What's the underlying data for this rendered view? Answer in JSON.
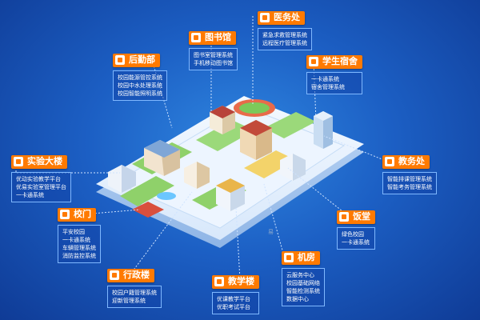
{
  "colors": {
    "tag": "#ff7a00",
    "tag_text": "#ffffff",
    "box_border": "#7fb8ff",
    "line": "#cfe3ff",
    "platform": "#e9f3ff",
    "grass": "#8fd16a",
    "water": "#6cc6ff"
  },
  "icons": {
    "tag_icon": "building-icon"
  },
  "labels": [
    {
      "id": "yiwuchu",
      "title": "医务处",
      "items": [
        "紧急求救管理系统",
        "远程医疗管理系统"
      ]
    },
    {
      "id": "tushuguan",
      "title": "图书馆",
      "items": [
        "图书室管理系统",
        "手机移动图书馆"
      ]
    },
    {
      "id": "houqinbu",
      "title": "后勤部",
      "items": [
        "校园能源管控系统",
        "校园中水处理系统",
        "校园智能照明系统"
      ]
    },
    {
      "id": "xueshengsushe",
      "title": "学生宿舍",
      "items": [
        "一卡通系统",
        "宿舍管理系统"
      ]
    },
    {
      "id": "shiyandalou",
      "title": "实验大楼",
      "items": [
        "优动实验教学平台",
        "优易实验室管理平台",
        "一卡通系统"
      ]
    },
    {
      "id": "jiaowuchu",
      "title": "教务处",
      "items": [
        "智能排课管理系统",
        "智能考务管理系统"
      ]
    },
    {
      "id": "xiaomen",
      "title": "校门",
      "items": [
        "平安校园",
        "一卡通系统",
        "车辆管理系统",
        "消防监控系统"
      ]
    },
    {
      "id": "fantang",
      "title": "饭堂",
      "items": [
        "绿色校园",
        "一卡通系统"
      ]
    },
    {
      "id": "xingzhenglou",
      "title": "行政楼",
      "items": [
        "校园户籍管理系统",
        "迎新管理系统"
      ]
    },
    {
      "id": "jiaoxuelou",
      "title": "教学楼",
      "items": [
        "优课教学平台",
        "优职考试平台"
      ]
    },
    {
      "id": "jifang",
      "title": "机房",
      "items": [
        "云服务中心",
        "校园基础网络",
        "智能检测系统",
        "数据中心"
      ]
    }
  ],
  "platform_text": "易"
}
